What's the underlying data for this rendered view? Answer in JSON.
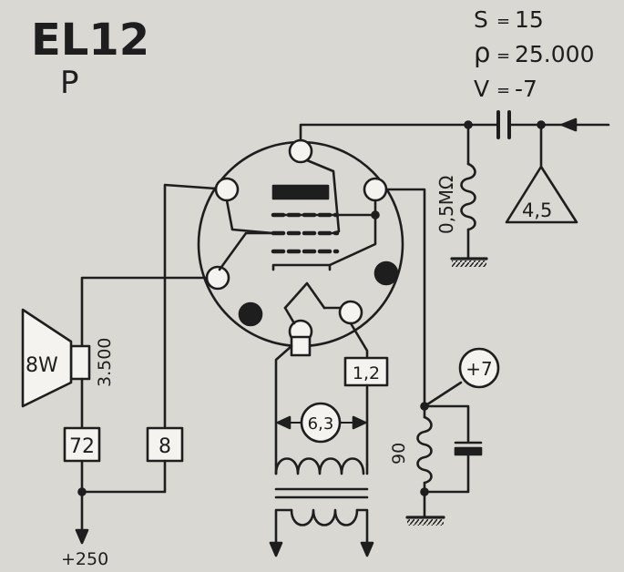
{
  "header": {
    "tube": "EL12",
    "mode": "P",
    "params": [
      {
        "symbol": "S",
        "value": "15"
      },
      {
        "symbol": "ρ",
        "value": "25.000"
      },
      {
        "symbol": "V",
        "value": "-7"
      }
    ]
  },
  "labels": {
    "grid_resistor": "0,5MΩ",
    "input_amp": "4,5",
    "speaker_power": "8W",
    "transformer_imp": "3.500",
    "anode_current": "72",
    "screen_current": "8",
    "heater_current": "1,2",
    "heater_voltage": "6,3",
    "cathode_voltage": "+7",
    "cathode_resistor": "90",
    "supply": "+250"
  },
  "colors": {
    "background": "#d9d8d3",
    "ink": "#1e1e1e"
  }
}
